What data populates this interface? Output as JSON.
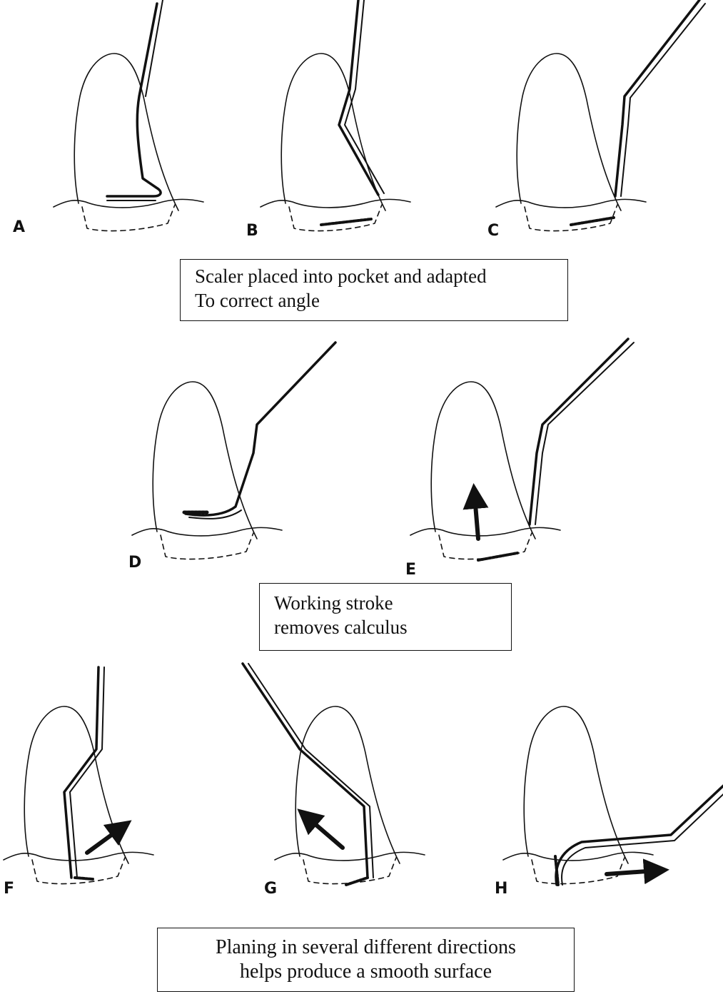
{
  "panels": {
    "a": "A",
    "b": "B",
    "c": "C",
    "d": "D",
    "e": "E",
    "f": "F",
    "g": "G",
    "h": "H"
  },
  "captions": {
    "scaling": {
      "line1": "Scaler placed into pocket and adapted",
      "line2": "To correct angle"
    },
    "working": {
      "line1": "Working stroke",
      "line2": "removes  calculus"
    },
    "planing": {
      "line1": "Planing in several different directions",
      "line2": "helps produce a smooth surface"
    }
  }
}
